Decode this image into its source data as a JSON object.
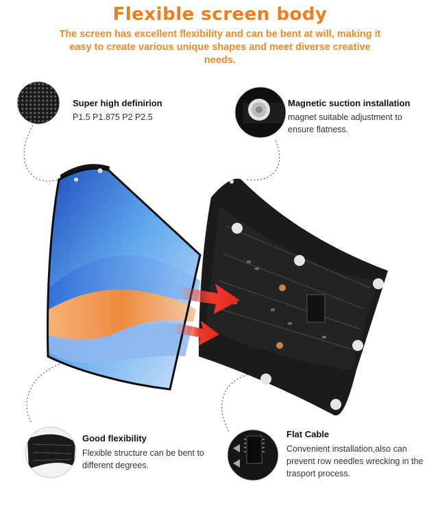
{
  "header": {
    "title": "Flexible screen body",
    "subtitle": "The screen has excellent flexibility and can be bent at will, making it easy to create various unique shapes and meet diverse creative needs."
  },
  "features": {
    "definition": {
      "title": "Super high definirion",
      "desc": "P1.5 P1.875 P2 P2.5"
    },
    "magnetic": {
      "title": "Magnetic suction installation",
      "desc_line1": "magnet suitable adjustment to",
      "desc_line2": "ensure flatness."
    },
    "flexibility": {
      "title": "Good flexibility",
      "desc_line1": "Flexible structure can be bent to",
      "desc_line2": "different degrees."
    },
    "cable": {
      "title": "Flat Cable",
      "desc_line1": "Convenient installation,also can",
      "desc_line2": "prevent row needles wrecking in the",
      "desc_line3": "trasport process."
    }
  },
  "colors": {
    "accent": "#f07d19",
    "arrow": "#e3271c",
    "panel": "#1b1b1d"
  }
}
